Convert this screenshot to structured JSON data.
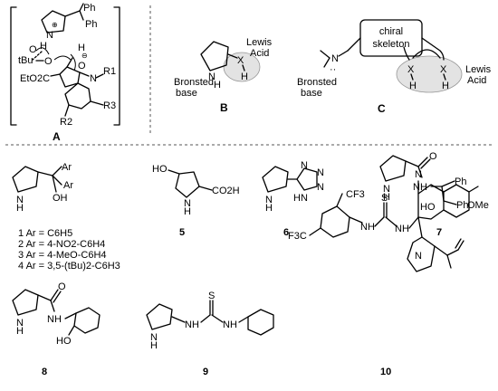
{
  "panel_A": {
    "label": "A",
    "tbu": "tBu",
    "o": "O",
    "h": "H",
    "n": "N",
    "ph": "Ph",
    "plus": "⊕",
    "minus": "⊖",
    "eto2c": "EtO2C",
    "r1": "R1",
    "r2": "R2",
    "r3": "R3"
  },
  "panel_B": {
    "label": "B",
    "lewis": "Lewis",
    "acid": "Acid",
    "bronsted": "Bronsted",
    "base": "base",
    "x": "X",
    "h": "H",
    "n": "N"
  },
  "panel_C": {
    "label": "C",
    "chiral": "chiral",
    "skeleton": "skeleton",
    "lewis": "Lewis",
    "acid": "Acid",
    "bronsted": "Bronsted",
    "base": "base",
    "x": "X",
    "h": "H",
    "n": "N"
  },
  "compounds": {
    "c1": "1 Ar = C6H5",
    "c2": "2 Ar = 4-NO2-C6H4",
    "c3": "3 Ar = 4-MeO-C6H4",
    "c4": "4 Ar = 3,5-(tBu)2-C6H3",
    "n5": "5",
    "n6": "6",
    "n7": "7",
    "n8": "8",
    "n9": "9",
    "n10": "10"
  },
  "atoms": {
    "ar": "Ar",
    "oh": "OH",
    "ho": "HO",
    "co2h": "CO2H",
    "nh": "NH",
    "hn": "HN",
    "h": "H",
    "n": "N",
    "o": "O",
    "s": "S",
    "ph": "Ph",
    "cf3": "CF3",
    "f3c": "F3C",
    "ome": "OMe"
  }
}
